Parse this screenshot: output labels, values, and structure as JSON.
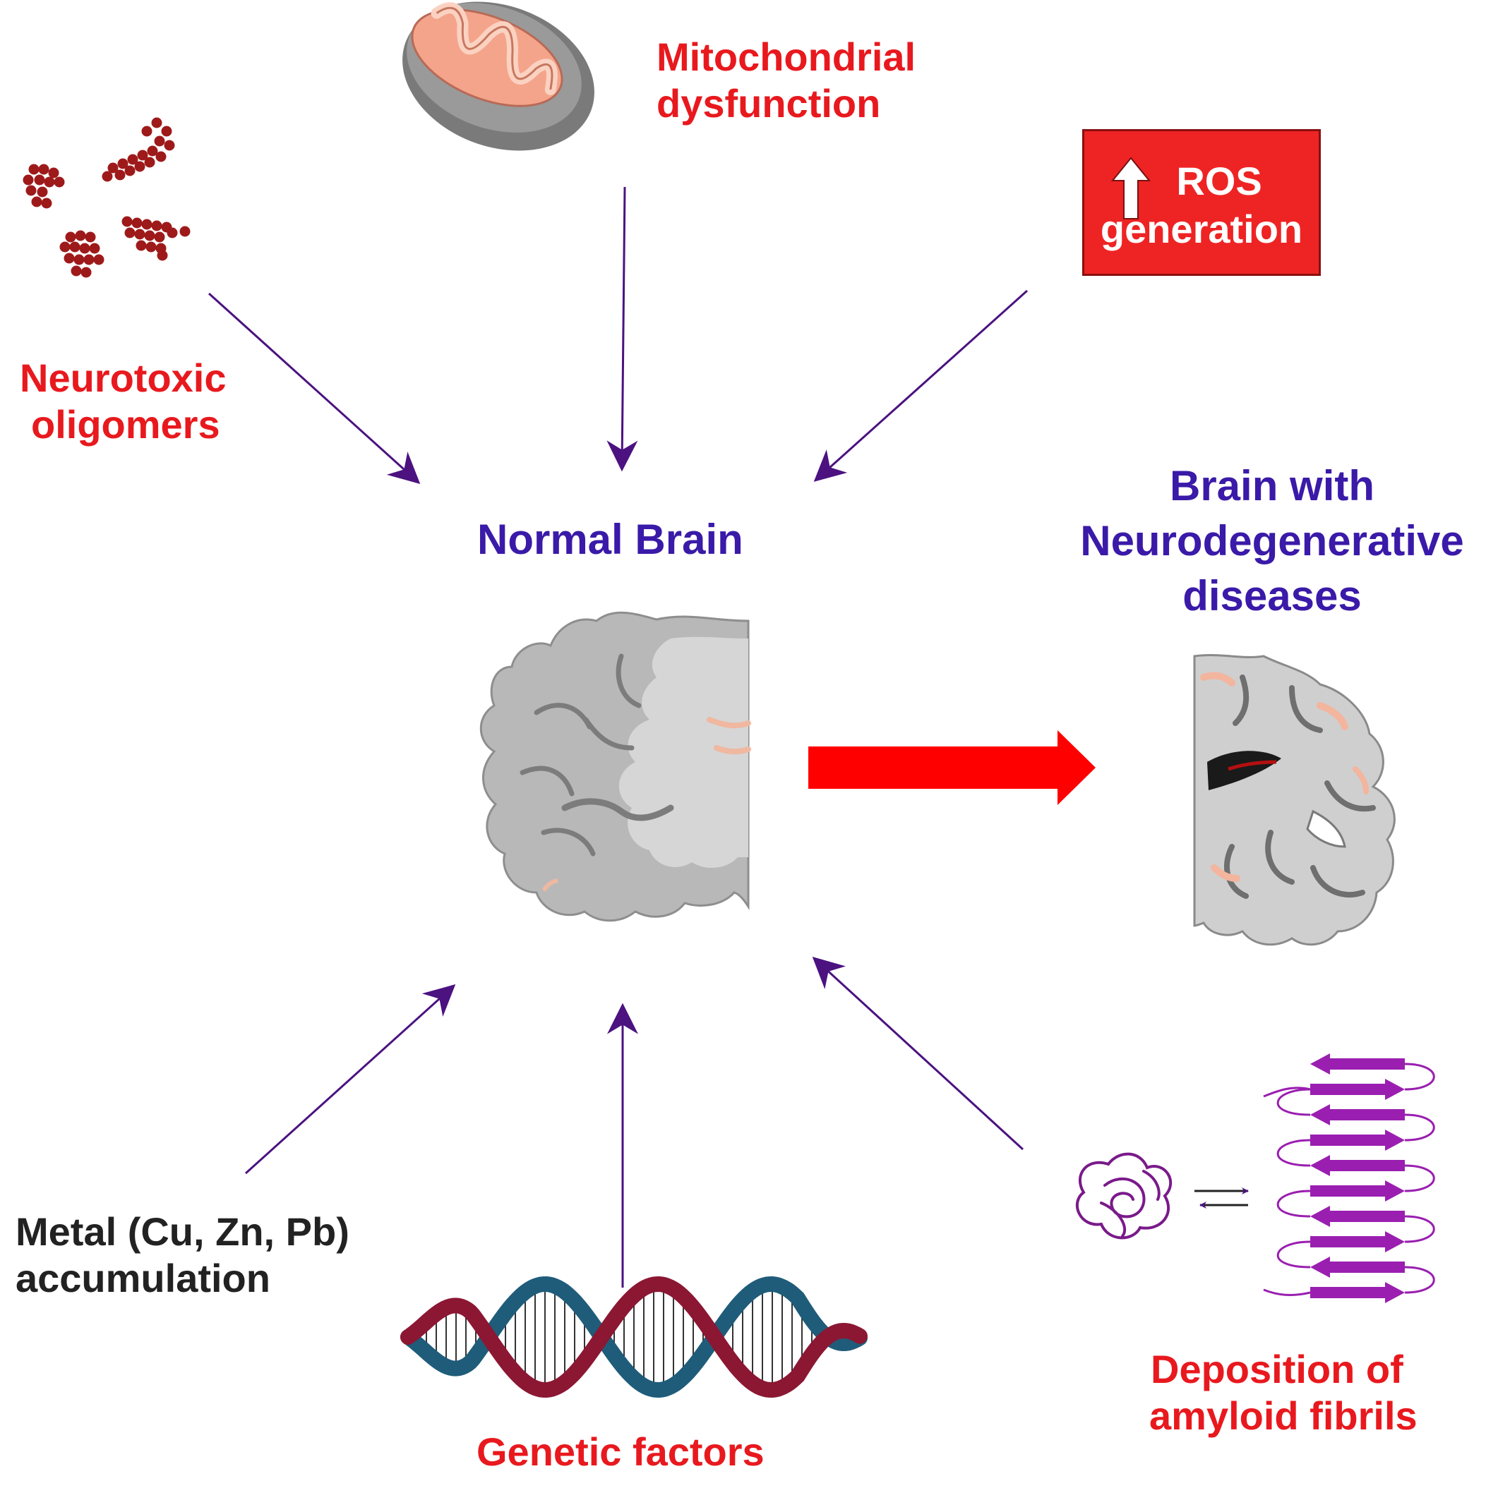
{
  "diagram": {
    "center": {
      "title": "Normal Brain"
    },
    "outcome": {
      "lines": [
        "Brain with",
        "Neurodegenerative",
        "diseases"
      ]
    },
    "factors": {
      "oligomers": {
        "lines": [
          "Neurotoxic",
          "oligomers"
        ]
      },
      "mitochondria": {
        "lines": [
          "Mitochondrial",
          "dysfunction"
        ]
      },
      "ros": {
        "line1": "ROS",
        "line2": "generation"
      },
      "metal": {
        "lines": [
          "Metal (Cu, Zn, Pb)",
          "accumulation"
        ]
      },
      "genetic": {
        "lines": [
          "Genetic factors"
        ]
      },
      "amyloid": {
        "lines": [
          "Deposition of",
          "amyloid fibrils"
        ]
      }
    },
    "colors": {
      "factor_text": "#e8191e",
      "brain_text": "#3a1aa8",
      "metal_text": "#222222",
      "arrow": "#4b1280",
      "progression_arrow": "#ff0000",
      "ros_box": "#ee2424",
      "oligomer_dot": "#9e1a1a",
      "fibril": "#9a1fb0"
    },
    "icons": [
      "oligomer-cluster-icon",
      "mitochondrion-icon",
      "up-arrow-icon",
      "dna-helix-icon",
      "brain-section-icon",
      "amyloid-fibril-icon"
    ]
  }
}
